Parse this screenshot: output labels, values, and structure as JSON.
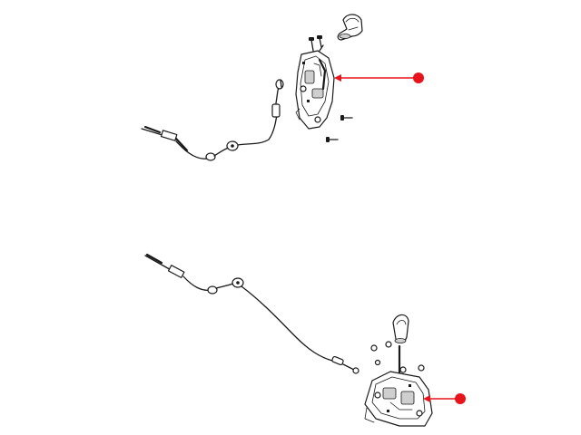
{
  "diagram": {
    "assemblies": [
      {
        "name": "upper-shifter-assembly"
      },
      {
        "name": "lower-shifter-assembly"
      }
    ],
    "callout_color": "#e8141b",
    "line_color": "#1a1a1a",
    "background": "#ffffff",
    "callouts": [
      {
        "target": "upper-shifter-housing"
      },
      {
        "target": "lower-shifter-housing"
      }
    ]
  }
}
